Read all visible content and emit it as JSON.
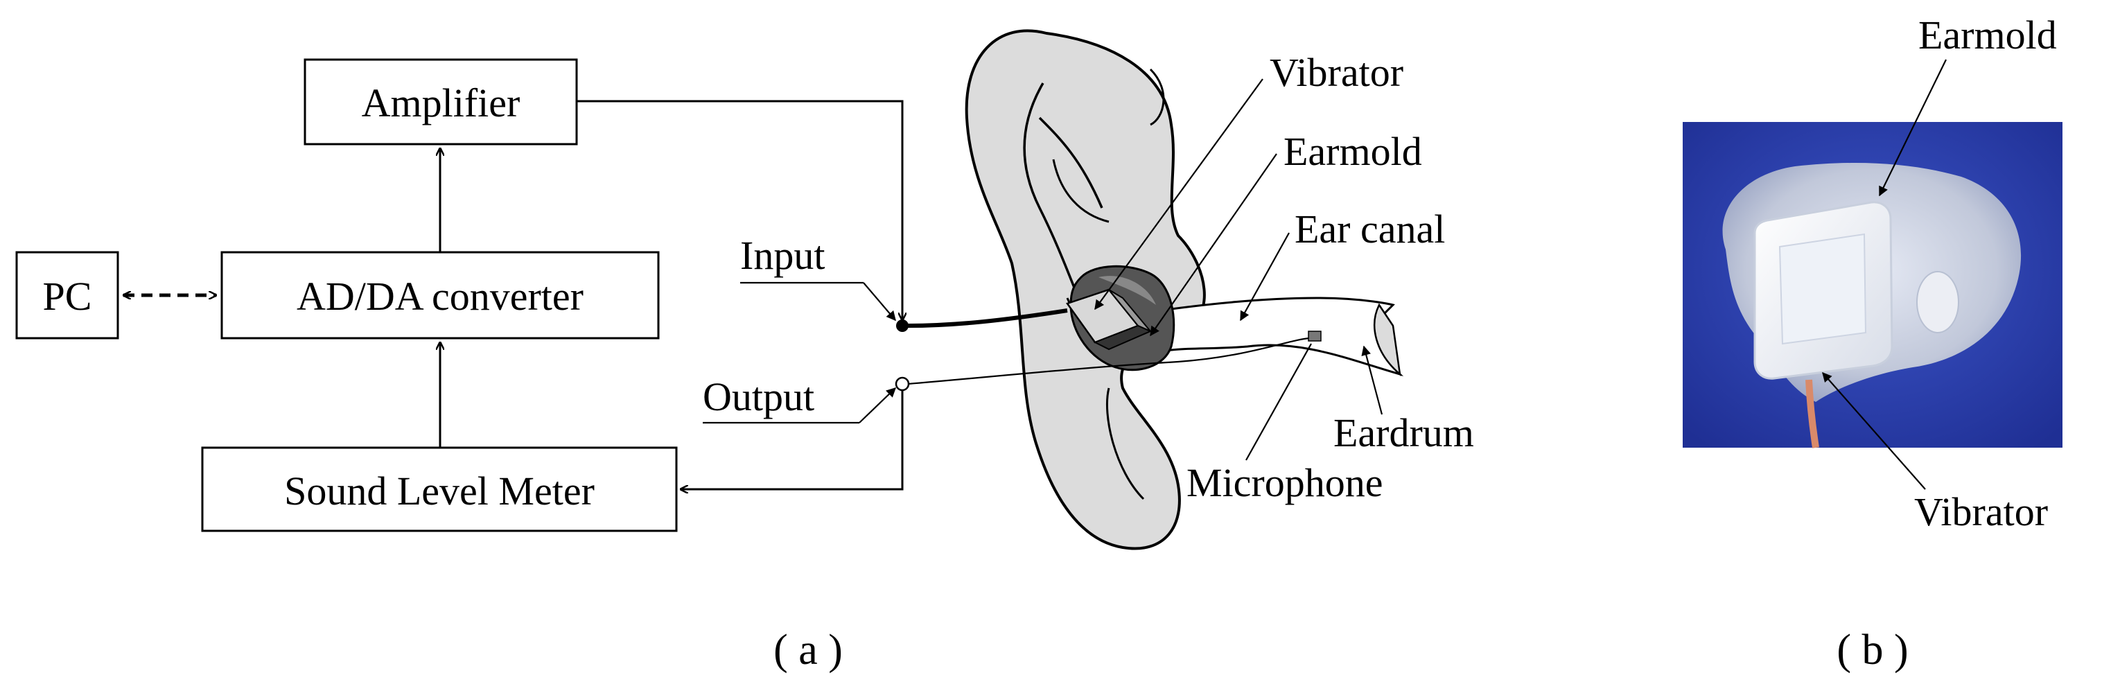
{
  "panel_a": {
    "blocks": {
      "pc": "PC",
      "adda": "AD/DA converter",
      "amplifier": "Amplifier",
      "slm": "Sound Level Meter"
    },
    "terminals": {
      "input": "Input",
      "output": "Output"
    },
    "ear_labels": {
      "vibrator": "Vibrator",
      "earmold": "Earmold",
      "ear_canal": "Ear canal",
      "eardrum": "Eardrum",
      "microphone": "Microphone"
    },
    "caption": "( a )"
  },
  "panel_b": {
    "labels": {
      "earmold": "Earmold",
      "vibrator": "Vibrator"
    },
    "caption": "( b )",
    "colors": {
      "background": "#2a3fae",
      "earmold": "#d9dde6"
    }
  }
}
